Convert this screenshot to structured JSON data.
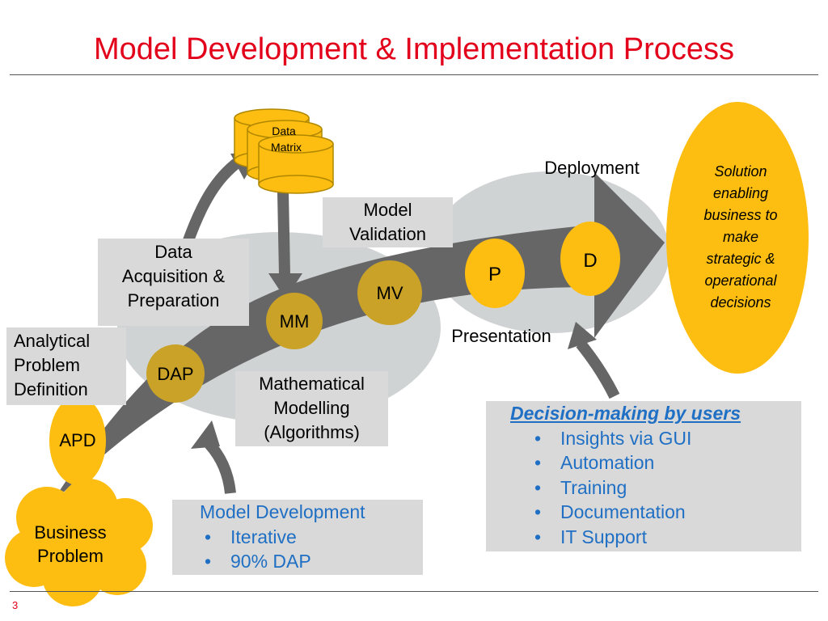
{
  "slide": {
    "title": "Model Development & Implementation Process",
    "page_number": "3"
  },
  "colors": {
    "title_red": "#e3001b",
    "accent_yellow": "#fdbd11",
    "node_gold": "#c9a227",
    "arrow_gray": "#666666",
    "box_gray": "#d9d9d9",
    "ellipse_gray": "#c8cbcc",
    "bullet_blue": "#1f6fc4"
  },
  "diagram": {
    "data_store": {
      "label_line1": "Data",
      "label_line2": "Matrix"
    },
    "nodes": {
      "apd": "APD",
      "dap": "DAP",
      "mm": "MM",
      "mv": "MV",
      "p": "P",
      "d": "D"
    },
    "stage_labels": {
      "analytical": [
        "Analytical",
        "Problem",
        "Definition"
      ],
      "data_acq": [
        "Data",
        "Acquisition &",
        "Preparation"
      ],
      "model_validation": [
        "Model",
        "Validation"
      ],
      "math_modelling": [
        "Mathematical",
        "Modelling",
        "(Algorithms)"
      ],
      "deployment": "Deployment",
      "presentation": "Presentation"
    },
    "business_problem": [
      "Business",
      "Problem"
    ],
    "solution": [
      "Solution",
      "enabling",
      "business to",
      "make",
      "strategic &",
      "operational",
      "decisions"
    ]
  },
  "model_dev_box": {
    "heading": "Model Development",
    "items": [
      "Iterative",
      "90% DAP"
    ]
  },
  "decision_box": {
    "heading": "Decision-making by users",
    "items": [
      "Insights via GUI",
      "Automation",
      "Training",
      "Documentation",
      "IT Support"
    ]
  }
}
